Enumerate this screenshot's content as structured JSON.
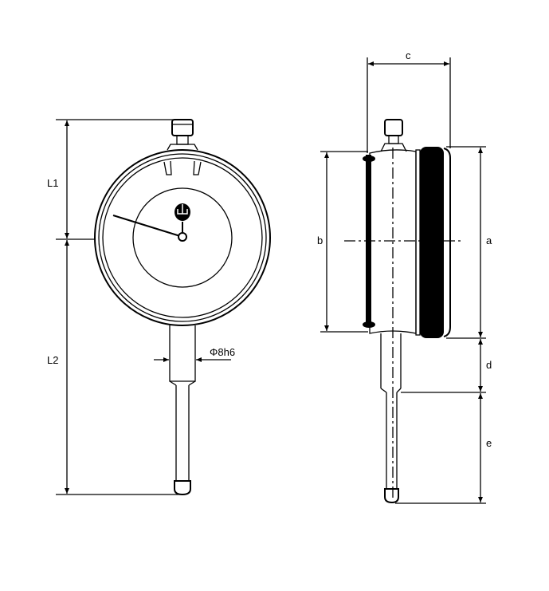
{
  "title": "Dial indicator dimension drawing",
  "front_view": {
    "dim_L1": "L1",
    "dim_L2": "L2",
    "stem_diameter": "Φ8h6"
  },
  "side_view": {
    "dim_a": "a",
    "dim_b": "b",
    "dim_c": "c",
    "dim_d": "d",
    "dim_e": "e"
  },
  "colors": {
    "line": "#000000",
    "background": "#ffffff"
  }
}
